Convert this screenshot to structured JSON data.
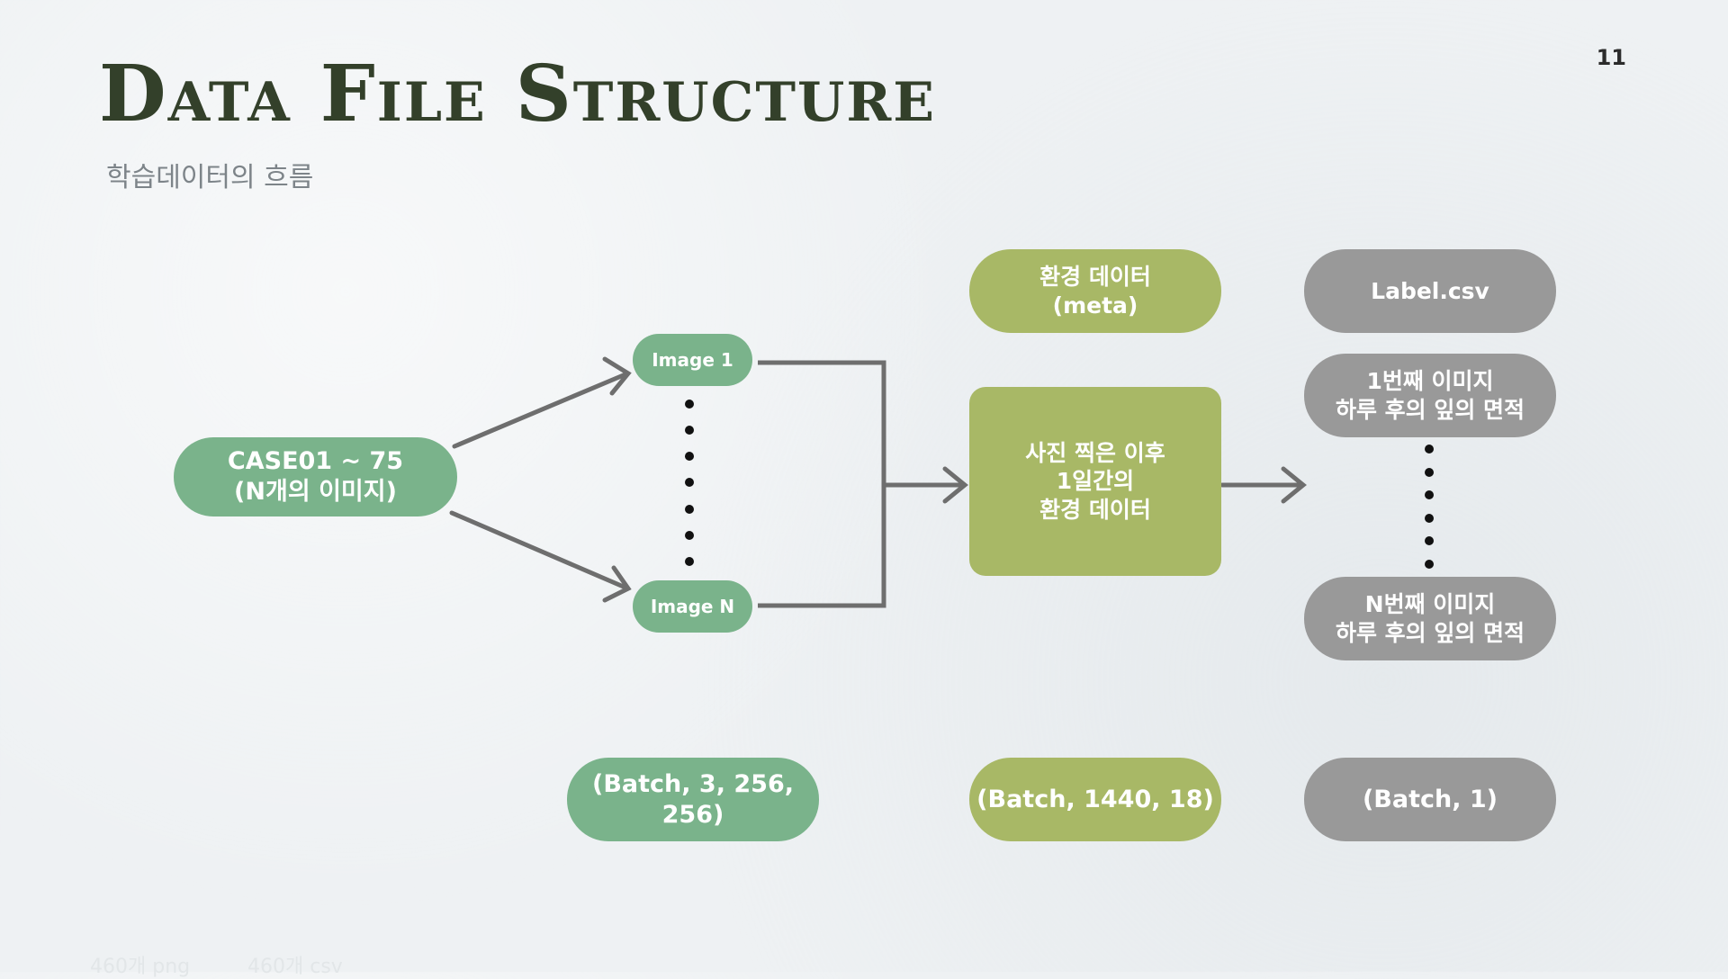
{
  "slide": {
    "page_number": "11",
    "title": "Data File Structure",
    "subtitle": "학습데이터의 흐름"
  },
  "nodes": {
    "case": "CASE01 ~ 75\n(N개의 이미지)",
    "image_first": "Image 1",
    "image_last": "Image N",
    "env_meta": "환경 데이터\n(meta)",
    "env_box": "사진 찍은 이후\n1일간의\n환경 데이터",
    "label_csv": "Label.csv",
    "label_first": "1번째 이미지\n하루 후의 잎의 면적",
    "label_last": "N번째 이미지\n하루 후의 잎의 면적"
  },
  "shapes": {
    "image_tensor": "(Batch, 3, 256, 256)",
    "env_tensor": "(Batch, 1440, 18)",
    "label_tensor": "(Batch, 1)"
  },
  "footer": {
    "png_count": "460개 png",
    "csv_count": "460개 csv"
  },
  "colors": {
    "green": "#7ab38b",
    "olive": "#a8b866",
    "grey": "#999999",
    "arrow": "#6e6e6e",
    "title": "#33402a"
  }
}
